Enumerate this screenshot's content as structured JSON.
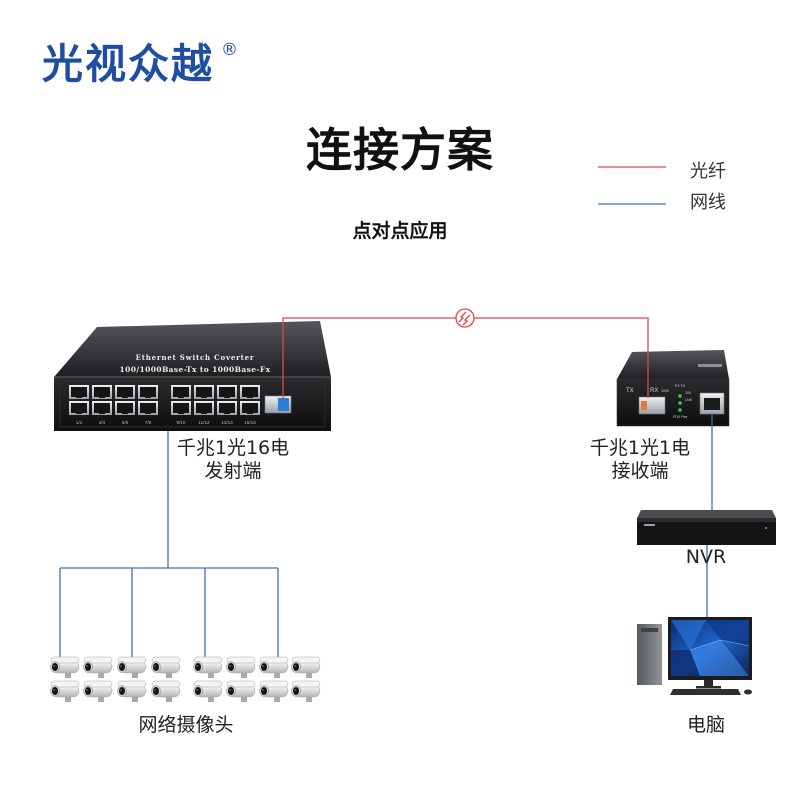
{
  "brand": {
    "name": "光视众越",
    "registered_mark": "®",
    "color": "#1f4ea1"
  },
  "title": "连接方案",
  "subtitle": "点对点应用",
  "legend": [
    {
      "label": "光纤",
      "color": "#e2474d"
    },
    {
      "label": "网线",
      "color": "#3a73b8"
    }
  ],
  "fiber_link": {
    "icon": "fiber-signal-icon"
  },
  "transmitter": {
    "caption": [
      "千兆1光16电",
      "发射端"
    ],
    "panel_text": [
      "Ethernet Switch Coverter",
      "100/1000Base-Tx to 1000Base-Fx"
    ],
    "port_labels": [
      "1/2",
      "3/4",
      "5/6",
      "7/8",
      "9/10",
      "11/12",
      "13/14",
      "15/16"
    ]
  },
  "receiver": {
    "caption": [
      "千兆1光1电",
      "接收端"
    ],
    "panel_labels": {
      "tx": "TX",
      "rx": "RX",
      "speed_1000": "1000",
      "fx_tx": "FX TX",
      "speed_100": "100",
      "link": "LNK",
      "fdx_pwr": "FDX Pwr"
    }
  },
  "nvr": {
    "label": "NVR"
  },
  "cameras": {
    "label": "网络摄像头"
  },
  "computer": {
    "label": "电脑"
  }
}
